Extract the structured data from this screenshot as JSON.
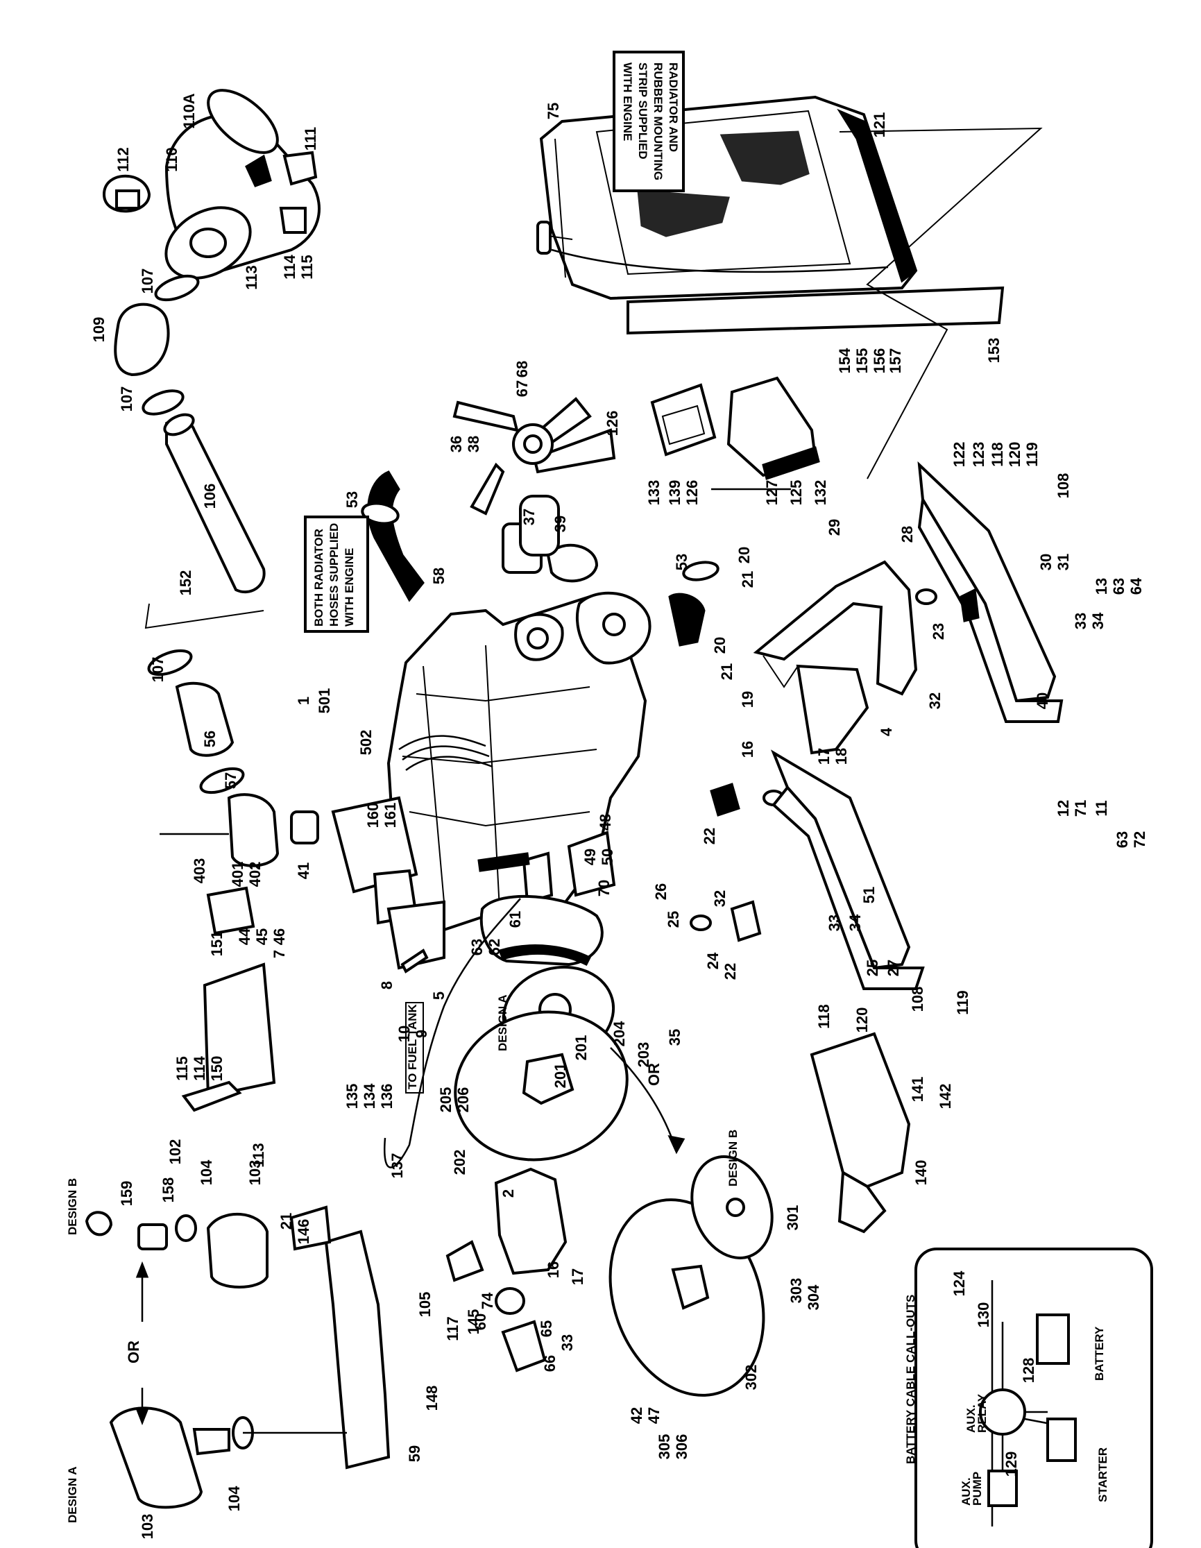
{
  "diagram": {
    "notes": {
      "radiator_note": [
        "RADIATOR AND",
        "RUBBER MOUNTING",
        "STRIP SUPPLIED",
        "WITH ENGINE"
      ],
      "hoses_note": [
        "BOTH RADIATOR",
        "HOSES SUPPLIED",
        "WITH ENGINE"
      ],
      "fuel_tank": "TO FUEL TANK",
      "battery_box_title": "BATTERY CABLE CALL-OUTS",
      "battery": "BATTERY",
      "starter": "STARTER",
      "aux_relay": [
        "AUX.",
        "RELAY"
      ],
      "aux_pump": [
        "AUX.",
        "PUMP"
      ],
      "design_a": "DESIGN A",
      "design_b": "DESIGN B",
      "or": "OR"
    },
    "callouts": [
      {
        "id": "c1",
        "label": "75"
      },
      {
        "id": "c2",
        "label": "121"
      },
      {
        "id": "c3",
        "label": "154"
      },
      {
        "id": "c4",
        "label": "155"
      },
      {
        "id": "c5",
        "label": "156"
      },
      {
        "id": "c6",
        "label": "157"
      },
      {
        "id": "c7",
        "label": "153"
      },
      {
        "id": "c8",
        "label": "112"
      },
      {
        "id": "c9",
        "label": "110"
      },
      {
        "id": "c10",
        "label": "110A"
      },
      {
        "id": "c11",
        "label": "111"
      },
      {
        "id": "c12",
        "label": "107"
      },
      {
        "id": "c13",
        "label": "113"
      },
      {
        "id": "c14",
        "label": "114"
      },
      {
        "id": "c15",
        "label": "115"
      },
      {
        "id": "c16",
        "label": "109"
      },
      {
        "id": "c17",
        "label": "107"
      },
      {
        "id": "c18",
        "label": "106"
      },
      {
        "id": "c19",
        "label": "152"
      },
      {
        "id": "c20",
        "label": "36"
      },
      {
        "id": "c21",
        "label": "38"
      },
      {
        "id": "c22",
        "label": "67"
      },
      {
        "id": "c23",
        "label": "68"
      },
      {
        "id": "c24",
        "label": "126"
      },
      {
        "id": "c25",
        "label": "133"
      },
      {
        "id": "c26",
        "label": "139"
      },
      {
        "id": "c27",
        "label": "126"
      },
      {
        "id": "c28",
        "label": "127"
      },
      {
        "id": "c29",
        "label": "125"
      },
      {
        "id": "c30",
        "label": "132"
      },
      {
        "id": "c31",
        "label": "122"
      },
      {
        "id": "c32",
        "label": "123"
      },
      {
        "id": "c33",
        "label": "118"
      },
      {
        "id": "c34",
        "label": "120"
      },
      {
        "id": "c35",
        "label": "119"
      },
      {
        "id": "c36",
        "label": "108"
      },
      {
        "id": "c37",
        "label": "53"
      },
      {
        "id": "c38",
        "label": "58"
      },
      {
        "id": "c39",
        "label": "37"
      },
      {
        "id": "c40",
        "label": "39"
      },
      {
        "id": "c41",
        "label": "53"
      },
      {
        "id": "c42",
        "label": "20"
      },
      {
        "id": "c43",
        "label": "21"
      },
      {
        "id": "c44",
        "label": "29"
      },
      {
        "id": "c45",
        "label": "28"
      },
      {
        "id": "c46",
        "label": "30"
      },
      {
        "id": "c47",
        "label": "31"
      },
      {
        "id": "c48",
        "label": "13"
      },
      {
        "id": "c49",
        "label": "63"
      },
      {
        "id": "c50",
        "label": "64"
      },
      {
        "id": "c51",
        "label": "33"
      },
      {
        "id": "c52",
        "label": "34"
      },
      {
        "id": "c53",
        "label": "23"
      },
      {
        "id": "c54",
        "label": "32"
      },
      {
        "id": "c55",
        "label": "40"
      },
      {
        "id": "c56",
        "label": "4"
      },
      {
        "id": "c57",
        "label": "20"
      },
      {
        "id": "c58",
        "label": "21"
      },
      {
        "id": "c59",
        "label": "19"
      },
      {
        "id": "c60",
        "label": "107"
      },
      {
        "id": "c61",
        "label": "1"
      },
      {
        "id": "c62",
        "label": "501"
      },
      {
        "id": "c63",
        "label": "56"
      },
      {
        "id": "c64",
        "label": "502"
      },
      {
        "id": "c65",
        "label": "160"
      },
      {
        "id": "c66",
        "label": "161"
      },
      {
        "id": "c67",
        "label": "57"
      },
      {
        "id": "c68",
        "label": "16"
      },
      {
        "id": "c69",
        "label": "17"
      },
      {
        "id": "c70",
        "label": "18"
      },
      {
        "id": "c71",
        "label": "12"
      },
      {
        "id": "c72",
        "label": "71"
      },
      {
        "id": "c73",
        "label": "11"
      },
      {
        "id": "c74",
        "label": "63"
      },
      {
        "id": "c75",
        "label": "72"
      },
      {
        "id": "c76",
        "label": "403"
      },
      {
        "id": "c77",
        "label": "401"
      },
      {
        "id": "c78",
        "label": "402"
      },
      {
        "id": "c79",
        "label": "41"
      },
      {
        "id": "c80",
        "label": "22"
      },
      {
        "id": "c81",
        "label": "48"
      },
      {
        "id": "c82",
        "label": "49"
      },
      {
        "id": "c83",
        "label": "50"
      },
      {
        "id": "c84",
        "label": "70"
      },
      {
        "id": "c85",
        "label": "51"
      },
      {
        "id": "c86",
        "label": "26"
      },
      {
        "id": "c87",
        "label": "25"
      },
      {
        "id": "c88",
        "label": "32"
      },
      {
        "id": "c89",
        "label": "44"
      },
      {
        "id": "c90",
        "label": "45"
      },
      {
        "id": "c91",
        "label": "46"
      },
      {
        "id": "c92",
        "label": "7"
      },
      {
        "id": "c93",
        "label": "63"
      },
      {
        "id": "c94",
        "label": "62"
      },
      {
        "id": "c95",
        "label": "61"
      },
      {
        "id": "c96",
        "label": "33"
      },
      {
        "id": "c97",
        "label": "34"
      },
      {
        "id": "c98",
        "label": "25"
      },
      {
        "id": "c99",
        "label": "27"
      },
      {
        "id": "c100",
        "label": "24"
      },
      {
        "id": "c101",
        "label": "22"
      },
      {
        "id": "c102",
        "label": "108"
      },
      {
        "id": "c103",
        "label": "119"
      },
      {
        "id": "c104",
        "label": "8"
      },
      {
        "id": "c105",
        "label": "5"
      },
      {
        "id": "c106",
        "label": "10"
      },
      {
        "id": "c107",
        "label": "9"
      },
      {
        "id": "c108",
        "label": "151"
      },
      {
        "id": "c109",
        "label": "35"
      },
      {
        "id": "c110",
        "label": "204"
      },
      {
        "id": "c111",
        "label": "203"
      },
      {
        "id": "c112",
        "label": "118"
      },
      {
        "id": "c113",
        "label": "120"
      },
      {
        "id": "c114",
        "label": "201"
      },
      {
        "id": "c115",
        "label": "201"
      },
      {
        "id": "c116",
        "label": "150"
      },
      {
        "id": "c117",
        "label": "114"
      },
      {
        "id": "c118",
        "label": "115"
      },
      {
        "id": "c119",
        "label": "136"
      },
      {
        "id": "c120",
        "label": "134"
      },
      {
        "id": "c121",
        "label": "135"
      },
      {
        "id": "c122",
        "label": "205"
      },
      {
        "id": "c123",
        "label": "206"
      },
      {
        "id": "c124",
        "label": "141"
      },
      {
        "id": "c125",
        "label": "142"
      },
      {
        "id": "c126",
        "label": "102"
      },
      {
        "id": "c127",
        "label": "113"
      },
      {
        "id": "c128",
        "label": "137"
      },
      {
        "id": "c129",
        "label": "202"
      },
      {
        "id": "c130",
        "label": "140"
      },
      {
        "id": "c131",
        "label": "2"
      },
      {
        "id": "c132",
        "label": "301"
      },
      {
        "id": "c133",
        "label": "159"
      },
      {
        "id": "c134",
        "label": "158"
      },
      {
        "id": "c135",
        "label": "104"
      },
      {
        "id": "c136",
        "label": "103"
      },
      {
        "id": "c137",
        "label": "21"
      },
      {
        "id": "c138",
        "label": "146"
      },
      {
        "id": "c139",
        "label": "74"
      },
      {
        "id": "c140",
        "label": "16"
      },
      {
        "id": "c141",
        "label": "17"
      },
      {
        "id": "c142",
        "label": "60"
      },
      {
        "id": "c143",
        "label": "65"
      },
      {
        "id": "c144",
        "label": "33"
      },
      {
        "id": "c145",
        "label": "66"
      },
      {
        "id": "c146",
        "label": "303"
      },
      {
        "id": "c147",
        "label": "304"
      },
      {
        "id": "c148",
        "label": "105"
      },
      {
        "id": "c149",
        "label": "117"
      },
      {
        "id": "c150",
        "label": "145"
      },
      {
        "id": "c151",
        "label": "302"
      },
      {
        "id": "c152",
        "label": "148"
      },
      {
        "id": "c153",
        "label": "42"
      },
      {
        "id": "c154",
        "label": "47"
      },
      {
        "id": "c155",
        "label": "305"
      },
      {
        "id": "c156",
        "label": "306"
      },
      {
        "id": "c157",
        "label": "103"
      },
      {
        "id": "c158",
        "label": "104"
      },
      {
        "id": "c159",
        "label": "59"
      },
      {
        "id": "c160",
        "label": "124"
      },
      {
        "id": "c161",
        "label": "130"
      },
      {
        "id": "c162",
        "label": "128"
      },
      {
        "id": "c163",
        "label": "129"
      }
    ]
  }
}
